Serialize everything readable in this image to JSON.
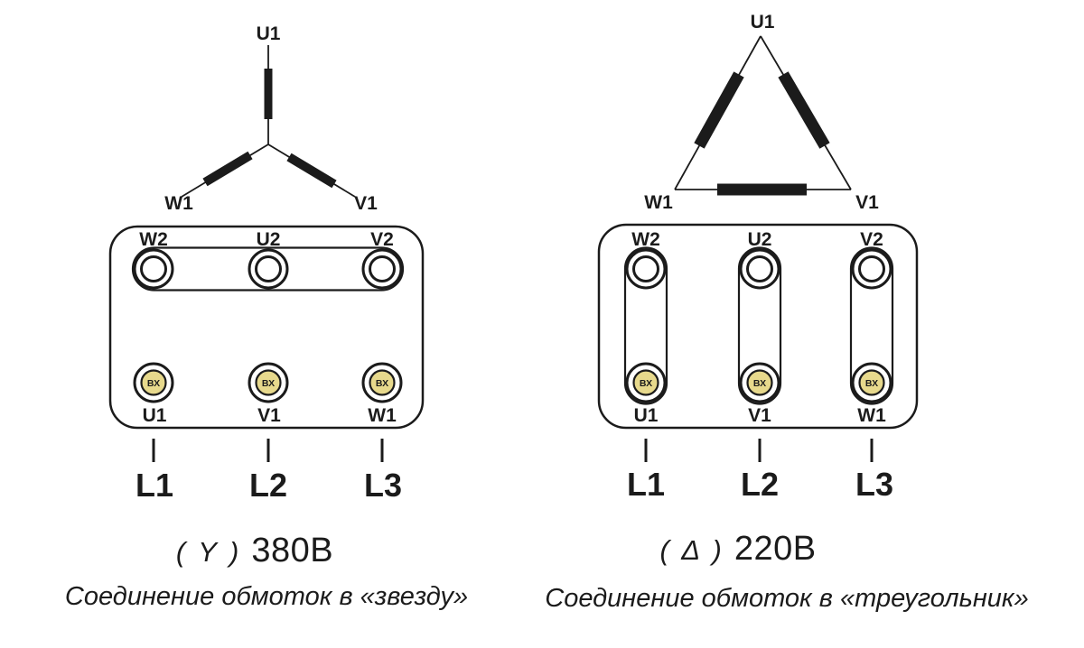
{
  "colors": {
    "ink": "#1b1b1b",
    "terminal_pad_fill": "#e7d98c",
    "background": "#ffffff"
  },
  "star": {
    "schematic_labels": {
      "top": "U1",
      "left": "W1",
      "right": "V1"
    },
    "box": {
      "top": [
        "W2",
        "U2",
        "V2"
      ],
      "bottom": [
        "U1",
        "V1",
        "W1"
      ],
      "mark": "ВХ"
    },
    "lines": [
      "L1",
      "L2",
      "L3"
    ],
    "symbol": "( Y )",
    "voltage": "380В",
    "caption": "Соединение обмоток в «звезду»"
  },
  "delta": {
    "schematic_labels": {
      "top": "U1",
      "left": "W1",
      "right": "V1"
    },
    "box": {
      "top": [
        "W2",
        "U2",
        "V2"
      ],
      "bottom": [
        "U1",
        "V1",
        "W1"
      ],
      "mark": "ВХ"
    },
    "lines": [
      "L1",
      "L2",
      "L3"
    ],
    "symbol": "( Δ )",
    "voltage": "220В",
    "caption": "Соединение обмоток в «треугольник»"
  }
}
